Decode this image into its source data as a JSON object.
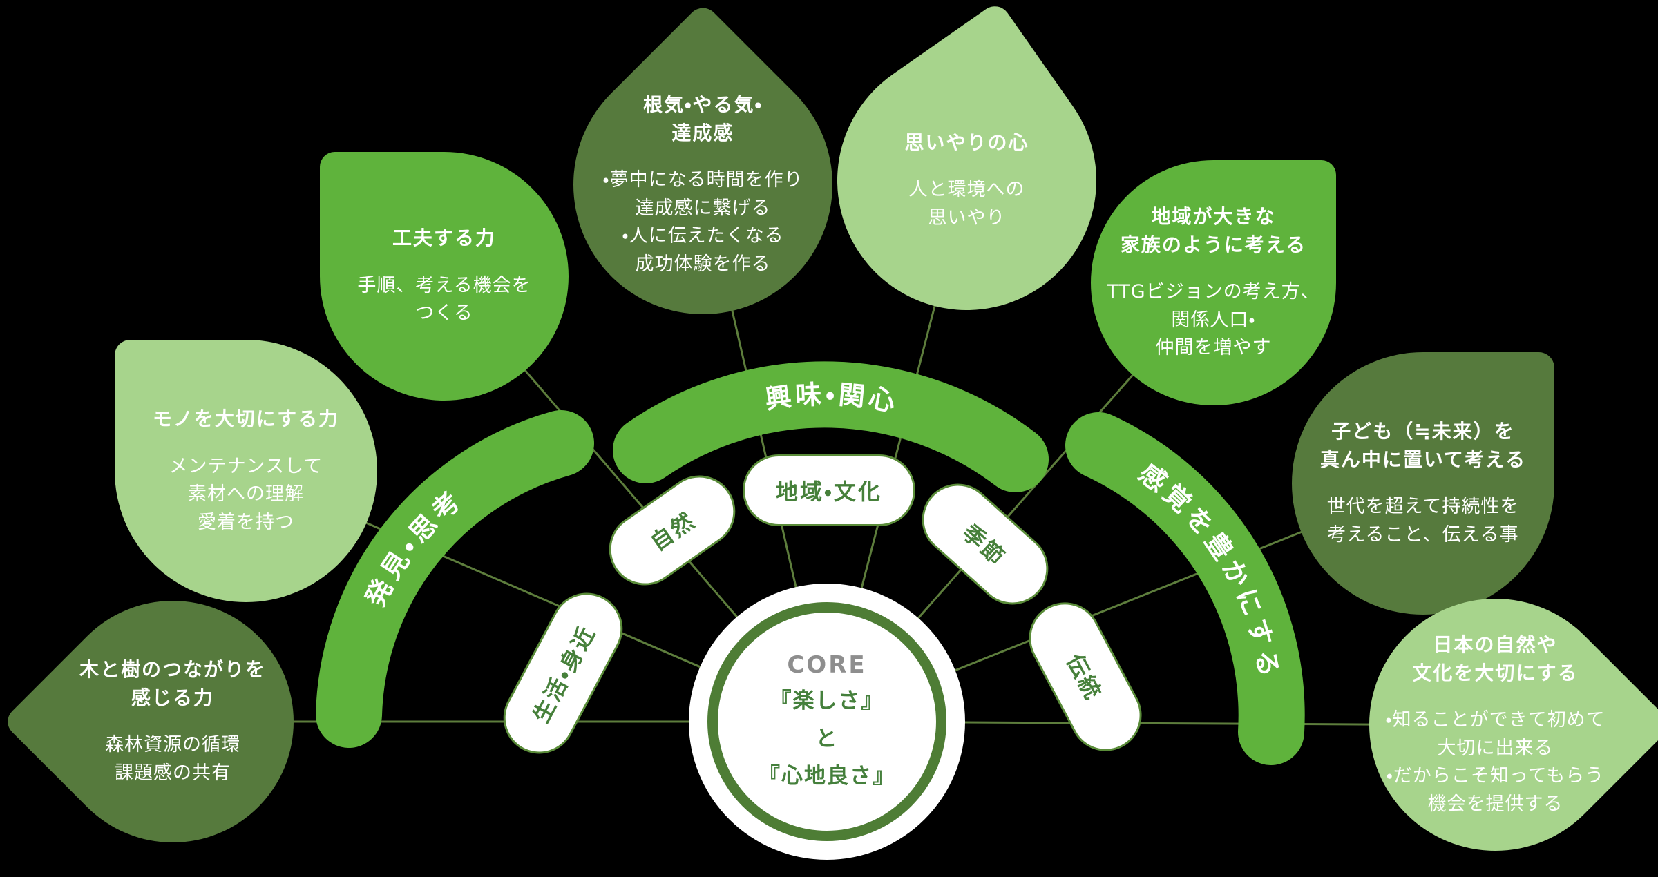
{
  "title": "TTG vision concept diagram",
  "core": {
    "label": "CORE",
    "lines": [
      "『楽しさ』",
      "と",
      "『心地良さ』"
    ]
  },
  "arcs": [
    {
      "label": "発見・思考"
    },
    {
      "label": "興味・関心"
    },
    {
      "label": "感覚を豊かにする"
    }
  ],
  "inner_nodes": [
    {
      "label": "生活・身近"
    },
    {
      "label": "自然"
    },
    {
      "label": "地域・文化"
    },
    {
      "label": "季節"
    },
    {
      "label": "伝統"
    }
  ],
  "leaves": [
    {
      "tone": "dark",
      "title": "木と樹のつながりを\n感じる力",
      "body": "森林資源の循環\n課題感の共有"
    },
    {
      "tone": "light",
      "title": "モノを大切にする力",
      "body": "メンテナンスして\n素材への理解\n愛着を持つ"
    },
    {
      "tone": "bright",
      "title": "工夫する力",
      "body": "手順、考える機会を\nつくる"
    },
    {
      "tone": "dark",
      "title": "根気・やる気・\n達成感",
      "body": "・夢中になる時間を作り\n達成感に繋げる\n・人に伝えたくなる\n成功体験を作る"
    },
    {
      "tone": "light",
      "title": "思いやりの心",
      "body": "人と環境への\n思いやり"
    },
    {
      "tone": "bright",
      "title": "地域が大きな\n家族のように考える",
      "body": "TTGビジョンの考え方、\n関係人口・\n仲間を増やす"
    },
    {
      "tone": "dark",
      "title": "子ども（≒未来）を\n真ん中に置いて考える",
      "body": "世代を超えて持続性を\n考えること、伝える事"
    },
    {
      "tone": "light",
      "title": "日本の自然や\n文化を大切にする",
      "body": "・知ることができて初めて\n大切に出来る\n・だからこそ知ってもらう\n機会を提供する"
    }
  ],
  "colors": {
    "background": "#000000",
    "leaf_dark": "#567a3d",
    "leaf_light": "#a7d48c",
    "leaf_bright": "#5fb33c",
    "arc_band": "#5fb33c",
    "connector_line": "#5d7d3c",
    "pill_border": "#5a8c39",
    "pill_text": "#46803a",
    "core_ring": "#4e7d35",
    "core_green_text": "#45803c",
    "core_gray_label": "#8e8e8e",
    "white_text": "#ffffff"
  }
}
